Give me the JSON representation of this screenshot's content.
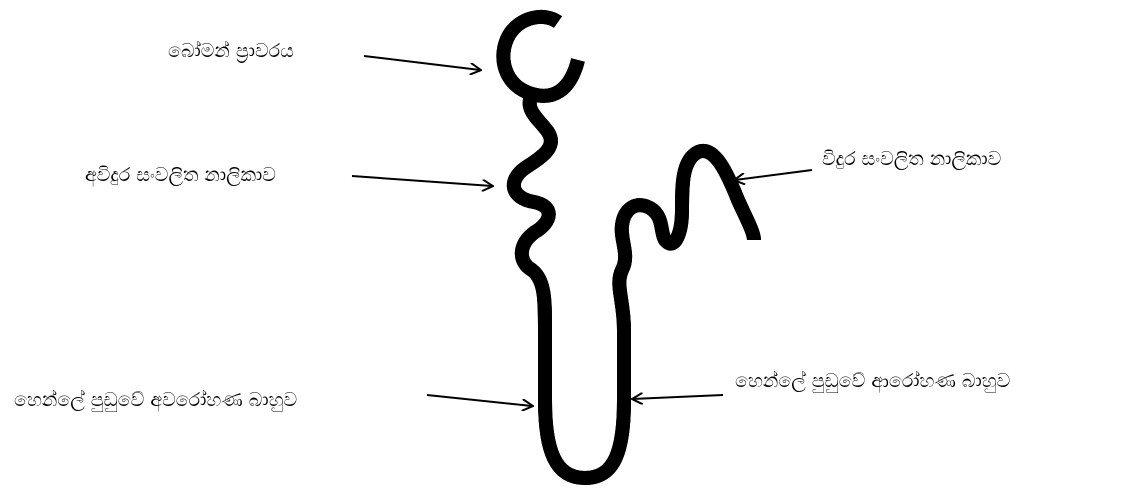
{
  "labels": {
    "bowman_capsule": "බෝමන් ප්‍රාවරය",
    "proximal_convoluted_tubule": "අවිදුර සංවලිත නාලිකාව",
    "distal_convoluted_tubule": "විදුර සංවලිත නාලිකාව",
    "loop_descending_limb": "හෙන්ලේ පුඩුවේ අවරෝහණ බාහුව",
    "loop_ascending_limb": "හෙන්ලේ පුඩුවේ ආරෝහණ බාහුව"
  },
  "colors": {
    "stroke": "#000000",
    "fill": "#ffffff"
  }
}
